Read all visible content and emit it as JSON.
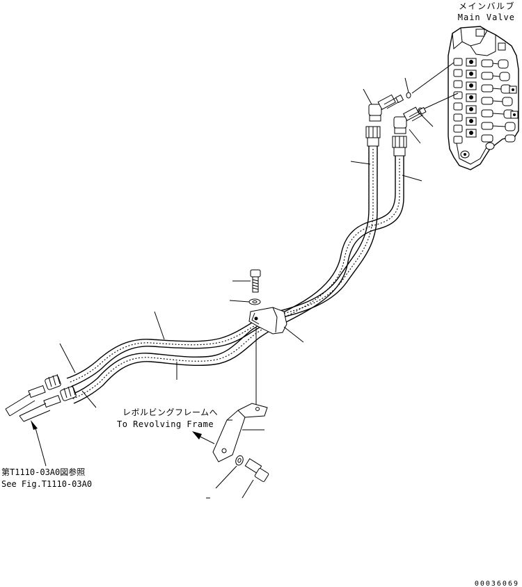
{
  "labels": {
    "main_valve_jp": "メインバルブ",
    "main_valve_en": "Main Valve",
    "revolving_jp": "レボルビングフレームへ",
    "revolving_en": "To Revolving Frame",
    "see_fig_jp": "第T1110-03A0図参照",
    "see_fig_en": "See Fig.T1110-03A0",
    "figure_number": "00036069"
  }
}
